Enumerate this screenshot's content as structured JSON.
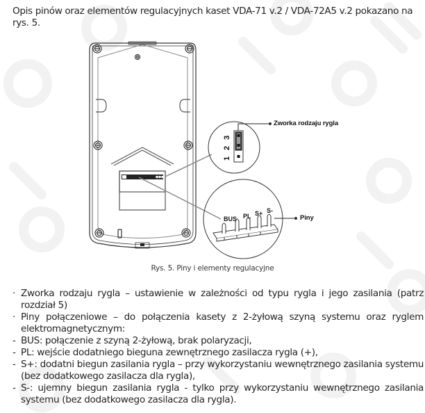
{
  "intro": {
    "text": "Opis pinów oraz elementów regulacyjnych kaset VDA-71 v.2 / VDA-72A5 v.2 pokazano na rys. 5."
  },
  "figure": {
    "caption": "Rys. 5. Piny i elementy regulacyjne",
    "jumper_callout": {
      "label": "Zworka rodzaju rygla",
      "pin_numbers": [
        "1",
        "2",
        "3"
      ]
    },
    "pins_callout": {
      "label": "Piny",
      "pin_labels": [
        "BUS",
        "PL",
        "S+",
        "S-"
      ]
    }
  },
  "list": {
    "items": [
      {
        "marker": "·",
        "text": "Zworka rodzaju rygla – ustawienie w zależności od typu rygla i jego zasilania (patrz rozdział 5)"
      },
      {
        "marker": "·",
        "text": "Piny połączeniowe – do połączenia kasety z 2-żyłową szyną systemu oraz ryglem elektromagnetycznym:"
      },
      {
        "marker": "-",
        "text": "BUS: połączenie z szyną 2-żyłową, brak polaryzacji,"
      },
      {
        "marker": "-",
        "text": "PL: wejście dodatniego bieguna zewnętrznego zasilacza rygla (+),"
      },
      {
        "marker": "-",
        "text": "S+: dodatni biegun zasilania rygla – przy wykorzystaniu wewnętrznego zasilania systemu (bez dodatkowego zasilacza dla rygla),"
      },
      {
        "marker": "-",
        "text": "S-: ujemny biegun zasilania rygla - tylko przy wykorzystaniu wewnętrznego zasilania systemu (bez dodatkowego zasilacza dla rygla)."
      }
    ]
  },
  "colors": {
    "text": "#222222",
    "line": "#333333",
    "watermark": "#f3f3f3"
  }
}
